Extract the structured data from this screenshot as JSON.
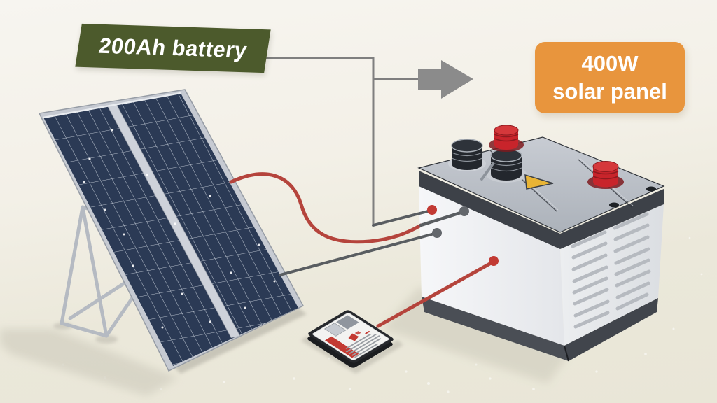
{
  "battery_label": {
    "text": "200Ah battery",
    "bg_color": "#4c5a2c",
    "text_color": "#ffffff"
  },
  "solar_panel_label": {
    "line1": "400W",
    "line2": "solar panel",
    "bg_color": "#e8953d",
    "text_color": "#ffffff"
  },
  "icons": {
    "flow_arrow": "arrow-right-icon",
    "warning": "warning-triangle-icon"
  },
  "colors": {
    "background_top": "#f7f5f0",
    "ground_beige": "#e9e6d7",
    "panel_cell_blue": "#2b3a55",
    "panel_grid_line": "#cdd4df",
    "panel_frame_silver": "#c6cad2",
    "stand_silver": "#b5bac2",
    "battery_front_white": "#f2f3f5",
    "battery_side_gray": "#e2e4e8",
    "battery_top_gray": "#bcc1c8",
    "battery_rim_dark": "#3d4148",
    "battery_base_dark": "#4a4e55",
    "terminal_red": "#c8242b",
    "vent_cap_dark": "#2e333a",
    "warning_yellow": "#e8b435",
    "wire_red": "#b5443c",
    "wire_dark_gray": "#595d61",
    "connector_line_gray": "#7f7f7f",
    "arrow_gray": "#8b8b8b",
    "connector_dot_red": "#c23a33",
    "connector_dot_gray": "#63676c"
  }
}
